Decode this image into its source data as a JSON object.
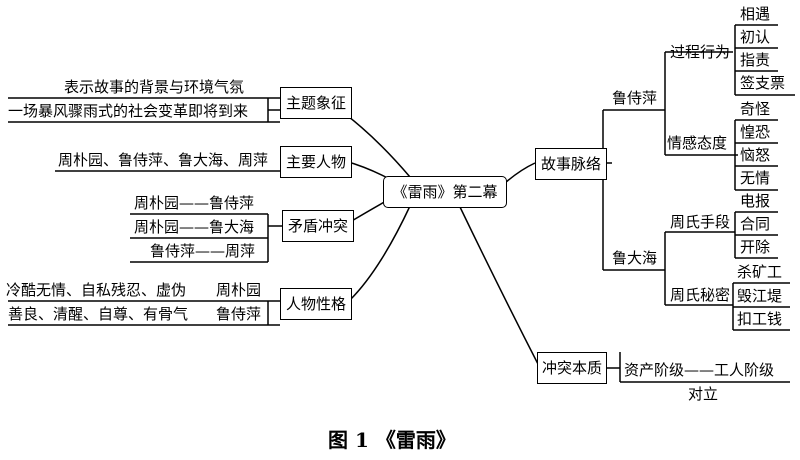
{
  "center": "《雷雨》第二幕",
  "left": {
    "theme": {
      "label": "主题象征",
      "items": [
        "表示故事的背景与环境气氛",
        "一场暴风骤雨式的社会变革即将到来"
      ]
    },
    "main_characters": {
      "label": "主要人物",
      "items": [
        "周朴园、鲁侍萍、鲁大海、周萍"
      ]
    },
    "conflicts": {
      "label": "矛盾冲突",
      "items": [
        "周朴园——鲁侍萍",
        "周朴园——鲁大海",
        "鲁侍萍——周萍"
      ]
    },
    "personality": {
      "label": "人物性格",
      "items": [
        {
          "traits": "冷酷无情、自私残忍、虚伪",
          "name": "周朴园"
        },
        {
          "traits": "善良、清醒、自尊、有骨气",
          "name": "鲁侍萍"
        }
      ]
    }
  },
  "right": {
    "plot": {
      "label": "故事脉络",
      "lushiping": {
        "label": "鲁侍萍",
        "process": {
          "label": "过程行为",
          "items": [
            "相遇",
            "初认",
            "指责",
            "签支票"
          ]
        },
        "emotion": {
          "label": "情感态度",
          "items": [
            "奇怪",
            "惶恐",
            "恼怒",
            "无情"
          ]
        }
      },
      "ludahai": {
        "label": "鲁大海",
        "means": {
          "label": "周氏手段",
          "items": [
            "电报",
            "合同",
            "开除"
          ]
        },
        "secrets": {
          "label": "周氏秘密",
          "items": [
            "杀矿工",
            "毁江堤",
            "扣工钱"
          ]
        }
      }
    },
    "essence": {
      "label": "冲突本质",
      "line1": "资产阶级——工人阶级",
      "line2": "对立"
    }
  },
  "caption": "图 1 《雷雨》"
}
